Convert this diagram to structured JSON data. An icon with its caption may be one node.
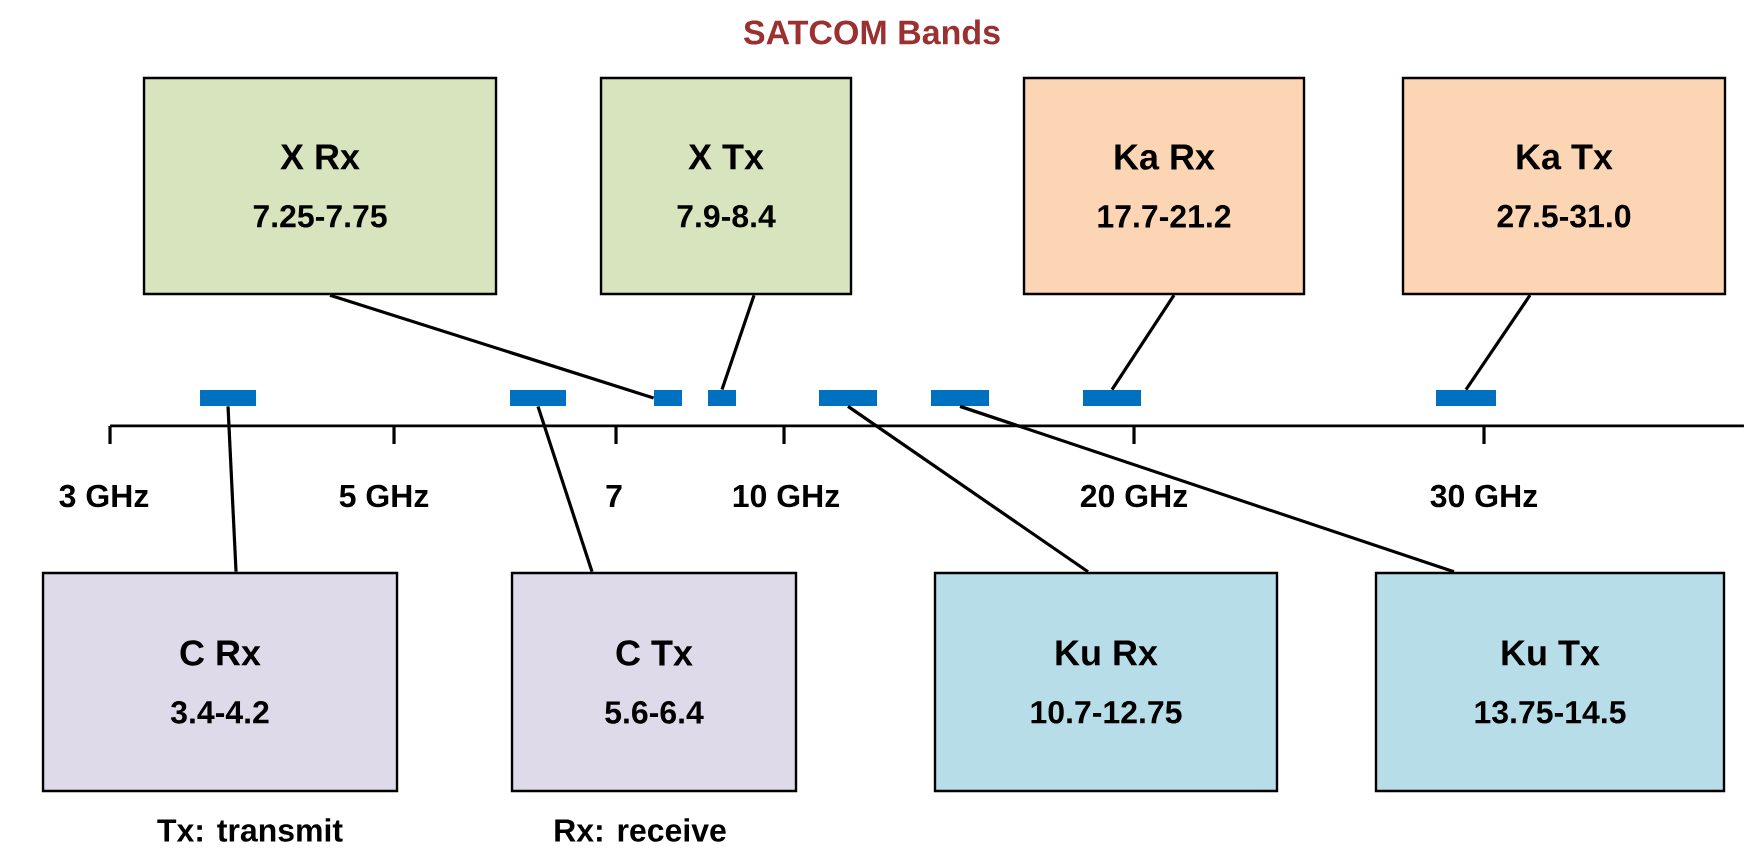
{
  "diagram": {
    "title": "SATCOM Bands",
    "nodes": [
      {
        "text": [
          "X Rx",
          "7.25-7.75"
        ]
      },
      {
        "text": [
          "X Tx",
          "7.9-8.4"
        ]
      },
      {
        "text": [
          "Ka Rx",
          "17.7-21.2"
        ]
      },
      {
        "text": [
          "Ka Tx",
          "27.5-31.0"
        ]
      },
      {
        "text": [
          "C Rx",
          "3.4-4.2"
        ]
      },
      {
        "text": [
          "C Tx",
          "5.6-6.4"
        ]
      },
      {
        "text": [
          "Ku Rx",
          "10.7-12.75"
        ]
      },
      {
        "text": [
          "Ku Tx",
          "13.75-14.5"
        ]
      },
      {
        "text": [],
        "shape": "bar"
      },
      {
        "text": [],
        "shape": "bar"
      },
      {
        "text": [],
        "shape": "bar"
      },
      {
        "text": [],
        "shape": "bar"
      },
      {
        "text": [],
        "shape": "bar"
      },
      {
        "text": [],
        "shape": "bar"
      },
      {
        "text": [],
        "shape": "bar"
      },
      {
        "text": [],
        "shape": "bar"
      }
    ],
    "edges": [
      {
        "from": 0,
        "to": 10,
        "arrow": "none"
      },
      {
        "from": 1,
        "to": 11,
        "arrow": "none"
      },
      {
        "from": 2,
        "to": 14,
        "arrow": "none"
      },
      {
        "from": 3,
        "to": 15,
        "arrow": "none"
      },
      {
        "from": 4,
        "to": 8,
        "arrow": "none"
      },
      {
        "from": 5,
        "to": 9,
        "arrow": "none"
      },
      {
        "from": 6,
        "to": 12,
        "arrow": "none"
      },
      {
        "from": 7,
        "to": 13,
        "arrow": "none"
      }
    ],
    "labels": [
      "3 GHz",
      "5 GHz",
      "7",
      "10 GHz",
      "20 GHz",
      "30 GHz",
      "Tx: transmit",
      "Rx: receive"
    ]
  }
}
